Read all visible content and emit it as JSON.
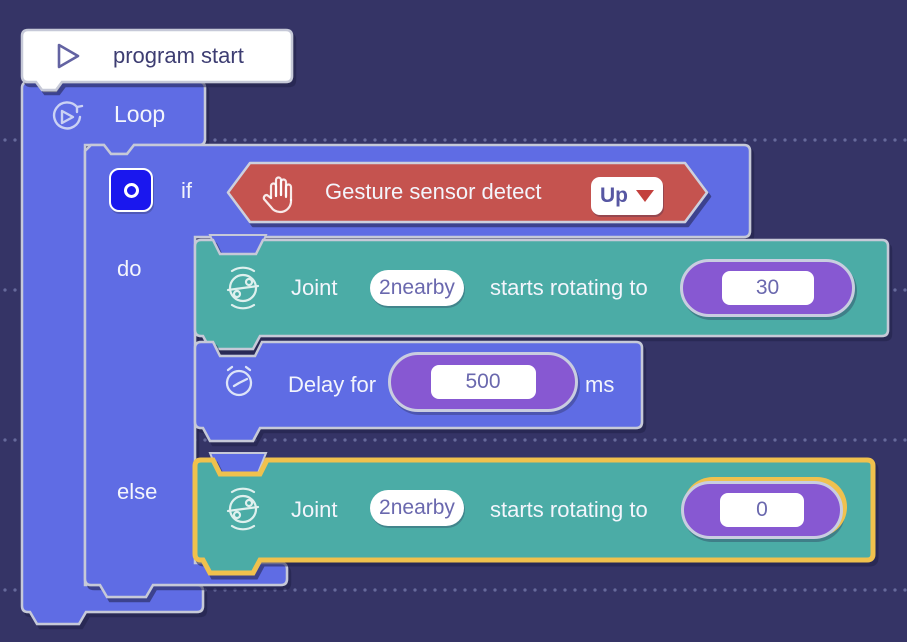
{
  "colors": {
    "bg": "#353466",
    "blue": "#5E6CE4",
    "teal": "#4BACA6",
    "red": "#C55350",
    "purple": "#8758D2",
    "yellow": "#F0C14E",
    "silver": "#C6C9D8",
    "white": "#FFFFFF",
    "field_text": "#6A68AE",
    "label_text": "#F3F5FC",
    "dark_text": "#3D3D72",
    "mutator_blue": "#1A17EE"
  },
  "icons": {
    "program_start": "play-icon",
    "loop": "loop-icon",
    "if": "mutator-options-icon",
    "gesture": "hand-icon",
    "joint": "joint-rotate-icon",
    "delay": "timer-icon"
  },
  "blocks": {
    "program_start": {
      "label": "program start"
    },
    "loop": {
      "label": "Loop"
    },
    "if_block": {
      "if_label": "if",
      "do_label": "do",
      "else_label": "else"
    },
    "gesture": {
      "label": "Gesture sensor detect",
      "dropdown_value": "Up"
    },
    "joint_do": {
      "label_joint": "Joint",
      "joint_id": "2nearby",
      "label_action": "starts rotating to",
      "angle": "30"
    },
    "delay": {
      "label": "Delay for",
      "duration": "500",
      "unit": "ms"
    },
    "joint_else": {
      "label_joint": "Joint",
      "joint_id": "2nearby",
      "label_action": "starts rotating to",
      "angle": "0"
    }
  }
}
